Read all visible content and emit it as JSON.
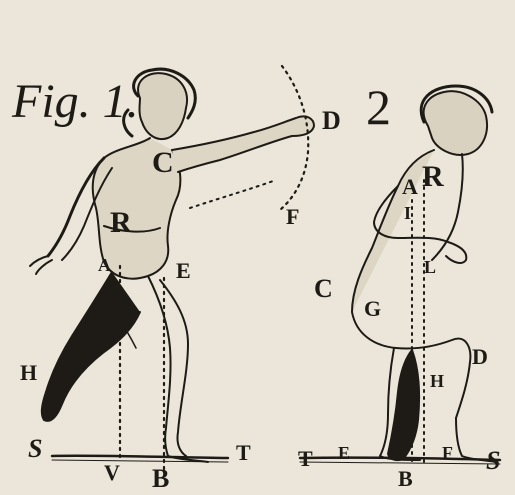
{
  "figure1": {
    "title": "Fig. 1.",
    "labels": {
      "C": "C",
      "D": "D",
      "F": "F",
      "R": "R",
      "A": "A",
      "E": "E",
      "H": "H",
      "S": "S",
      "V": "V",
      "B": "B",
      "T": "T"
    }
  },
  "figure2": {
    "title": "2",
    "labels": {
      "A": "A",
      "R": "R",
      "I": "I",
      "L": "L",
      "C": "C",
      "G": "G",
      "D": "D",
      "H": "H",
      "T": "T",
      "E1": "E",
      "B": "B",
      "F": "F",
      "S": "S"
    }
  },
  "colors": {
    "paper": "#ebe6d9",
    "ink": "#1e1b16"
  }
}
